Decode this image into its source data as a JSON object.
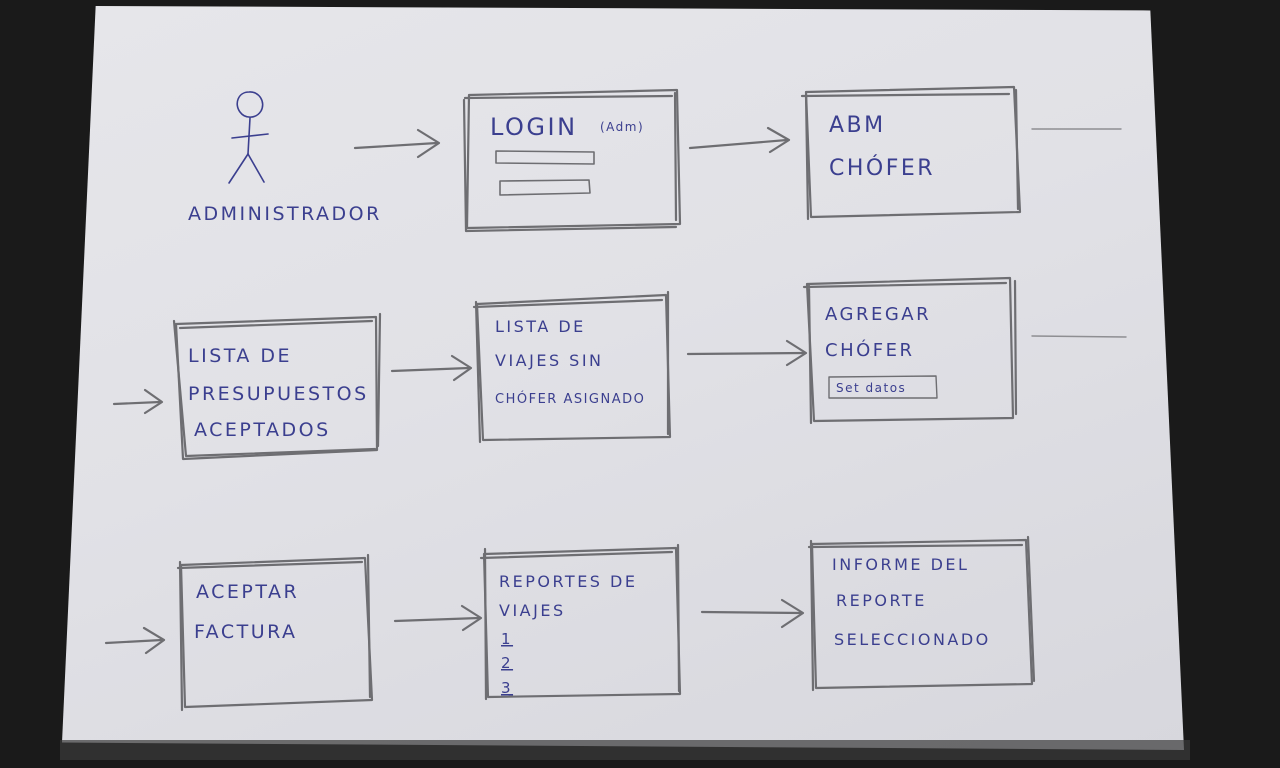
{
  "actor": {
    "label": "ADMINISTRADOR"
  },
  "screens": {
    "login": {
      "title": "LOGIN",
      "subtitle": "(Adm)"
    },
    "abm_chofer": {
      "lines": [
        "ABM",
        "CHÓFER"
      ]
    },
    "lista_presupuestos": {
      "lines": [
        "LISTA DE",
        "PRESUPUESTOS",
        "ACEPTADOS"
      ]
    },
    "lista_viajes": {
      "lines": [
        "LISTA DE",
        "VIAJES SIN",
        "CHÓFER ASIGNADO"
      ]
    },
    "agregar_chofer": {
      "lines": [
        "AGREGAR",
        "CHÓFER"
      ],
      "button": "Set datos"
    },
    "aceptar_factura": {
      "lines": [
        "ACEPTAR",
        "FACTURA"
      ]
    },
    "reportes_viajes": {
      "lines": [
        "REPORTES DE",
        "VIAJES"
      ],
      "items": [
        "1",
        "2",
        "3"
      ]
    },
    "informe_reporte": {
      "lines": [
        "INFORME DEL",
        "REPORTE",
        "SELECCIONADO"
      ]
    }
  }
}
